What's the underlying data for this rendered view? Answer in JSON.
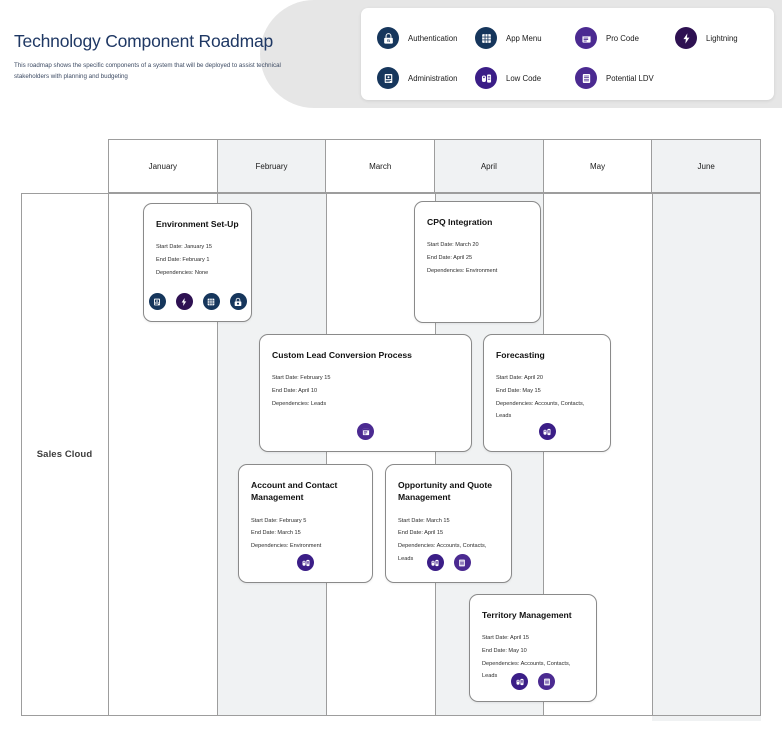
{
  "header": {
    "title": "Technology Component Roadmap",
    "subtitle": "This  roadmap shows the specific components of a system that will be deployed to assist technical stakeholders with planning and budgeting"
  },
  "colors": {
    "navy": "#16365c",
    "purple": "#3b1e87",
    "plum": "#2e1152",
    "violet": "#4b2a91",
    "title": "#1f3864",
    "grid_line": "#9d9d9d",
    "column_shade": "#f0f2f3",
    "header_panel": "#e6e6e6"
  },
  "legend": {
    "rows": [
      [
        {
          "label": "Authentication",
          "icon": "lock-icon",
          "color": "navy"
        },
        {
          "label": "App Menu",
          "icon": "grid-icon",
          "color": "navy"
        },
        {
          "label": "Pro Code",
          "icon": "code-window-icon",
          "color": "violet"
        },
        {
          "label": "Lightning",
          "icon": "lightning-bolt-icon",
          "color": "plum"
        }
      ],
      [
        {
          "label": "Administration",
          "icon": "admin-gear-icon",
          "color": "navy"
        },
        {
          "label": "Low Code",
          "icon": "low-code-icon",
          "color": "purple"
        },
        {
          "label": "Potential LDV",
          "icon": "database-stack-icon",
          "color": "violet"
        }
      ]
    ]
  },
  "timeline": {
    "months": [
      "January",
      "February",
      "March",
      "April",
      "May",
      "June"
    ]
  },
  "lane": {
    "label": "Sales Cloud"
  },
  "labels": {
    "start": "Start Date:",
    "end": "End Date:",
    "deps": "Dependencies:"
  },
  "cards": [
    {
      "title": "Environment Set-Up",
      "start": "Start Date: January 15",
      "end": "End Date:  February 1",
      "deps": "Dependencies: None",
      "icons": [
        {
          "icon": "admin-gear-icon",
          "color": "navy"
        },
        {
          "icon": "lightning-bolt-icon",
          "color": "plum"
        },
        {
          "icon": "grid-icon",
          "color": "navy"
        },
        {
          "icon": "lock-icon",
          "color": "navy"
        }
      ]
    },
    {
      "title": "CPQ Integration",
      "start": "Start Date: March 20",
      "end": "End Date:  April 25",
      "deps": "Dependencies: Environment",
      "icons": []
    },
    {
      "title": "Custom Lead Conversion Process",
      "start": "Start Date: February 15",
      "end": "End Date:   April 10",
      "deps": "Dependencies: Leads",
      "icons": [
        {
          "icon": "code-window-icon",
          "color": "violet"
        }
      ]
    },
    {
      "title": "Forecasting",
      "start": "Start Date: April 20",
      "end": "End Date: May 15",
      "deps": "Dependencies: Accounts, Contacts, Leads",
      "icons": [
        {
          "icon": "low-code-icon",
          "color": "purple"
        }
      ]
    },
    {
      "title": "Account and Contact Management",
      "start": "Start Date: February 5",
      "end": "End Date:  March 15",
      "deps": "Dependencies:  Environment",
      "icons": [
        {
          "icon": "low-code-icon",
          "color": "purple"
        }
      ]
    },
    {
      "title": "Opportunity and Quote Management",
      "start": "Start Date: March 15",
      "end": "End Date: April 15",
      "deps": "Dependencies: Accounts, Contacts, Leads",
      "icons": [
        {
          "icon": "low-code-icon",
          "color": "purple"
        },
        {
          "icon": "database-stack-icon",
          "color": "violet"
        }
      ]
    },
    {
      "title": "Territory Management",
      "start": "Start Date: April 15",
      "end": "End Date: May 10",
      "deps": "Dependencies: Accounts, Contacts, Leads",
      "icons": [
        {
          "icon": "low-code-icon",
          "color": "purple"
        },
        {
          "icon": "database-stack-icon",
          "color": "violet"
        }
      ]
    }
  ]
}
